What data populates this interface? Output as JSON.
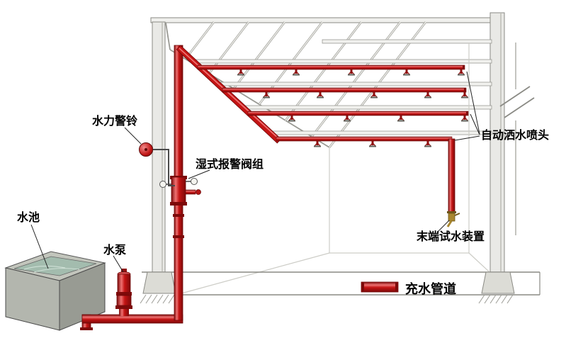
{
  "diagram": {
    "type": "wet-pipe-automatic-sprinkler-system",
    "labels": {
      "alarm_bell": "水力警铃",
      "wet_valve": "湿式报警阀组",
      "pool": "水池",
      "pump": "水泵",
      "sprinklers": "自动洒水喷头",
      "end_test": "末端试水装置",
      "legend_pipe": "充水管道"
    },
    "colors": {
      "pipe_red": "#c41414",
      "pipe_highlight": "#ee7272",
      "pipe_shadow": "#7d0a0a",
      "structure_gray": "#9a9a94",
      "water_green": "#a3bcae",
      "brass": "#a8862e",
      "text": "#000000"
    }
  }
}
